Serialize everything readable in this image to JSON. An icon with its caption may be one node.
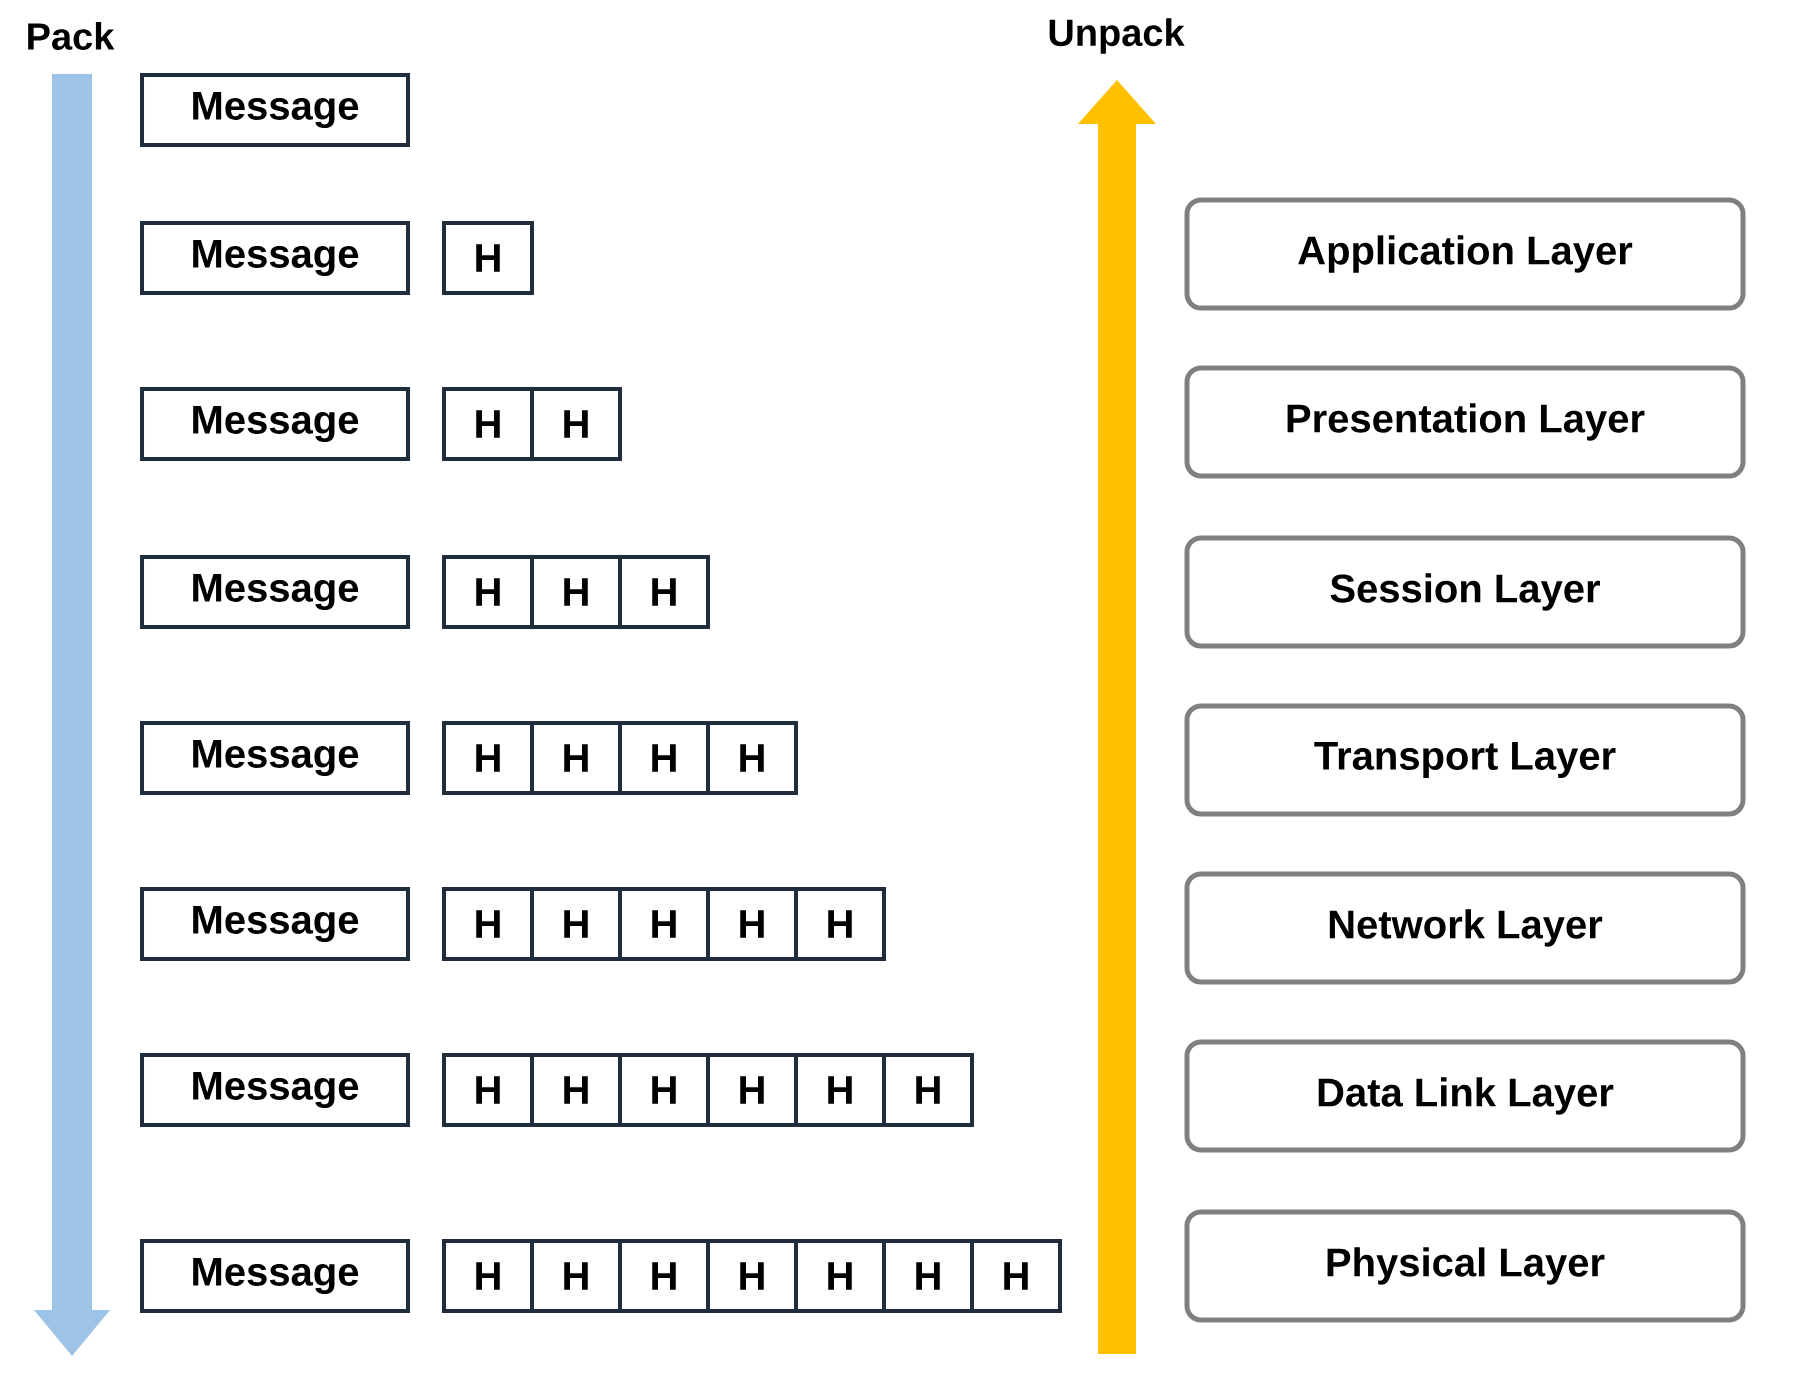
{
  "diagram": {
    "nodes": [
      {
        "text": [
          "Message"
        ]
      },
      {
        "text": [
          "Message"
        ]
      },
      {
        "text": [
          "H"
        ]
      },
      {
        "text": [
          "Message"
        ]
      },
      {
        "text": [
          "H"
        ]
      },
      {
        "text": [
          "H"
        ]
      },
      {
        "text": [
          "Message"
        ]
      },
      {
        "text": [
          "H"
        ]
      },
      {
        "text": [
          "H"
        ]
      },
      {
        "text": [
          "H"
        ]
      },
      {
        "text": [
          "Message"
        ]
      },
      {
        "text": [
          "H"
        ]
      },
      {
        "text": [
          "H"
        ]
      },
      {
        "text": [
          "H"
        ]
      },
      {
        "text": [
          "H"
        ]
      },
      {
        "text": [
          "Message"
        ]
      },
      {
        "text": [
          "H"
        ]
      },
      {
        "text": [
          "H"
        ]
      },
      {
        "text": [
          "H"
        ]
      },
      {
        "text": [
          "H"
        ]
      },
      {
        "text": [
          "H"
        ]
      },
      {
        "text": [
          "Message"
        ]
      },
      {
        "text": [
          "H"
        ]
      },
      {
        "text": [
          "H"
        ]
      },
      {
        "text": [
          "H"
        ]
      },
      {
        "text": [
          "H"
        ]
      },
      {
        "text": [
          "H"
        ]
      },
      {
        "text": [
          "H"
        ]
      },
      {
        "text": [
          "Message"
        ]
      },
      {
        "text": [
          "H"
        ]
      },
      {
        "text": [
          "H"
        ]
      },
      {
        "text": [
          "H"
        ]
      },
      {
        "text": [
          "H"
        ]
      },
      {
        "text": [
          "H"
        ]
      },
      {
        "text": [
          "H"
        ]
      },
      {
        "text": [
          "H"
        ]
      },
      {
        "text": [
          "Application Layer"
        ]
      },
      {
        "text": [
          "Presentation Layer"
        ]
      },
      {
        "text": [
          "Session Layer"
        ]
      },
      {
        "text": [
          "Transport Layer"
        ]
      },
      {
        "text": [
          "Network Layer"
        ]
      },
      {
        "text": [
          "Data Link Layer"
        ]
      },
      {
        "text": [
          "Physical Layer"
        ]
      }
    ],
    "labels": [
      "Pack",
      "Unpack"
    ]
  }
}
